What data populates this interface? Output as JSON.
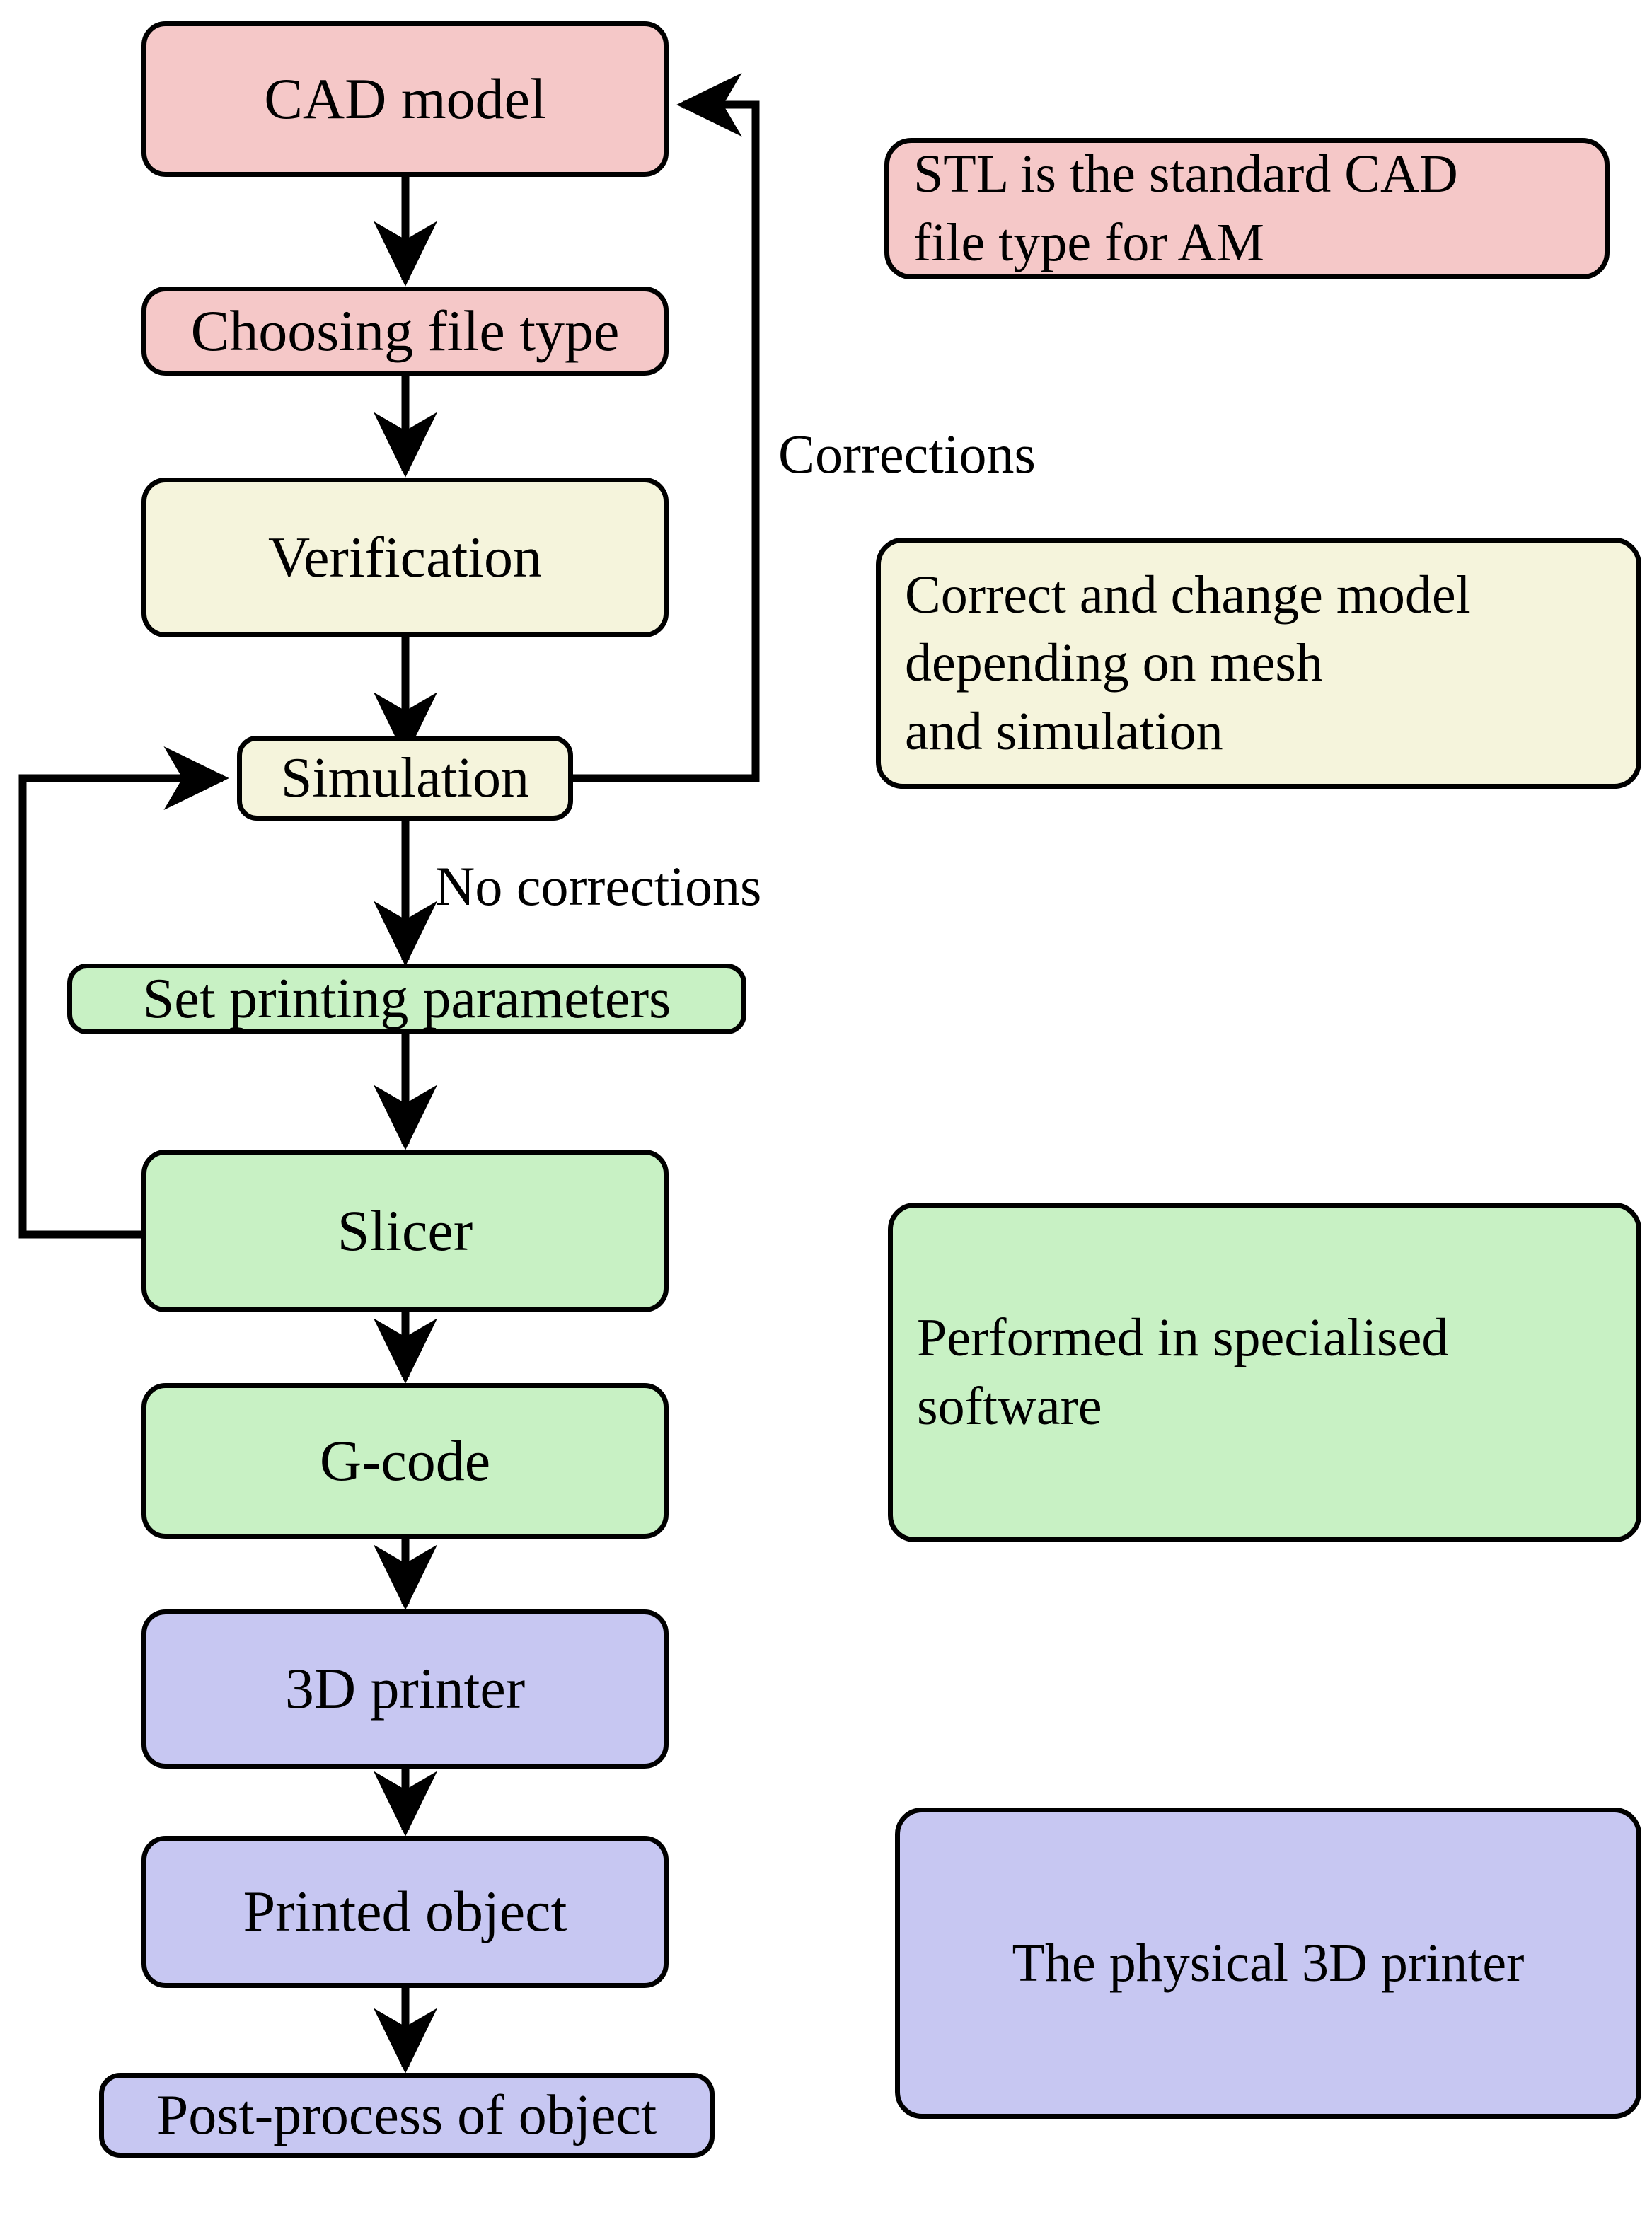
{
  "diagram": {
    "title": "Additive manufacturing process flowchart",
    "colors": {
      "pink": "#f5c8c8",
      "yellow": "#f5f4dc",
      "green": "#c8f1c4",
      "purple": "#c7c7f2",
      "stroke": "#000000",
      "background": "#ffffff"
    }
  },
  "nodes": [
    {
      "id": "cad-model",
      "label": "CAD model",
      "fill": "pink"
    },
    {
      "id": "choosing-file-type",
      "label": "Choosing file type",
      "fill": "pink"
    },
    {
      "id": "verification",
      "label": "Verification",
      "fill": "yellow"
    },
    {
      "id": "simulation",
      "label": "Simulation",
      "fill": "yellow"
    },
    {
      "id": "set-printing-parameters",
      "label": "Set printing parameters",
      "fill": "green"
    },
    {
      "id": "slicer",
      "label": "Slicer",
      "fill": "green"
    },
    {
      "id": "g-code",
      "label": "G-code",
      "fill": "green"
    },
    {
      "id": "3d-printer",
      "label": "3D printer",
      "fill": "purple"
    },
    {
      "id": "printed-object",
      "label": "Printed object",
      "fill": "purple"
    },
    {
      "id": "post-process-of-object",
      "label": "Post-process of object",
      "fill": "purple"
    }
  ],
  "edge_labels": [
    {
      "id": "corrections",
      "text": "Corrections"
    },
    {
      "id": "no-corrections",
      "text": "No corrections"
    }
  ],
  "notes": [
    {
      "id": "note-stl",
      "fill": "pink",
      "lines": [
        "STL is the standard CAD",
        "file type for AM"
      ]
    },
    {
      "id": "note-correct-model",
      "fill": "yellow",
      "lines": [
        "Correct and change model",
        "depending on mesh",
        "and simulation"
      ]
    },
    {
      "id": "note-specialised-software",
      "fill": "green",
      "lines": [
        "Performed in specialised",
        "software"
      ]
    },
    {
      "id": "note-physical-printer",
      "fill": "purple",
      "lines": [
        "The physical 3D printer"
      ]
    }
  ]
}
